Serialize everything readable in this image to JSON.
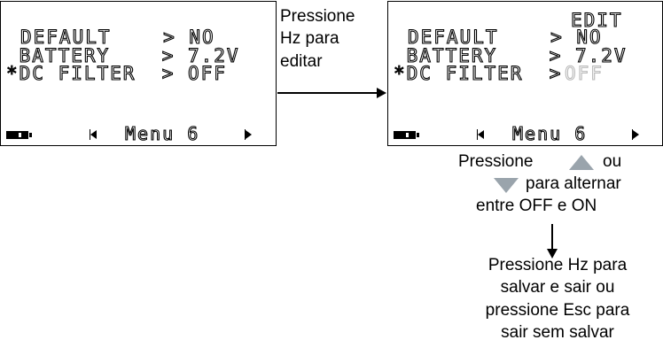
{
  "left_display": {
    "lines": [
      "DEFAULT    > NO",
      " BATTERY    > 7.2V",
      "*DC FILTER  > OFF"
    ],
    "footer": "Menu 6"
  },
  "right_display": {
    "edit_label": "EDIT",
    "lines": [
      "DEFAULT    > NO",
      " BATTERY    > 7.2V",
      "*DC FILTER  > "
    ],
    "edit_value": "OFF",
    "footer": "Menu 6"
  },
  "instructions": {
    "edit_lines": [
      "Pressione",
      "Hz para",
      "editar"
    ],
    "toggle_prefix": "Pressione",
    "toggle_suffix": "ou",
    "toggle_line2": "para alternar",
    "toggle_line3": "entre OFF e ON",
    "save_lines": [
      "Pressione Hz para",
      "salvar e sair ou",
      "pressione Esc para",
      "sair sem salvar"
    ]
  },
  "icons": {
    "up_key": "up-arrow-key-icon",
    "down_key": "down-arrow-key-icon",
    "battery": "battery-icon",
    "menu_left": "menu-left-arrow-icon",
    "menu_right": "menu-right-arrow-icon"
  },
  "colors": {
    "key_icon": "#9aa4ac",
    "dim_segment": "#b8b8b8"
  }
}
